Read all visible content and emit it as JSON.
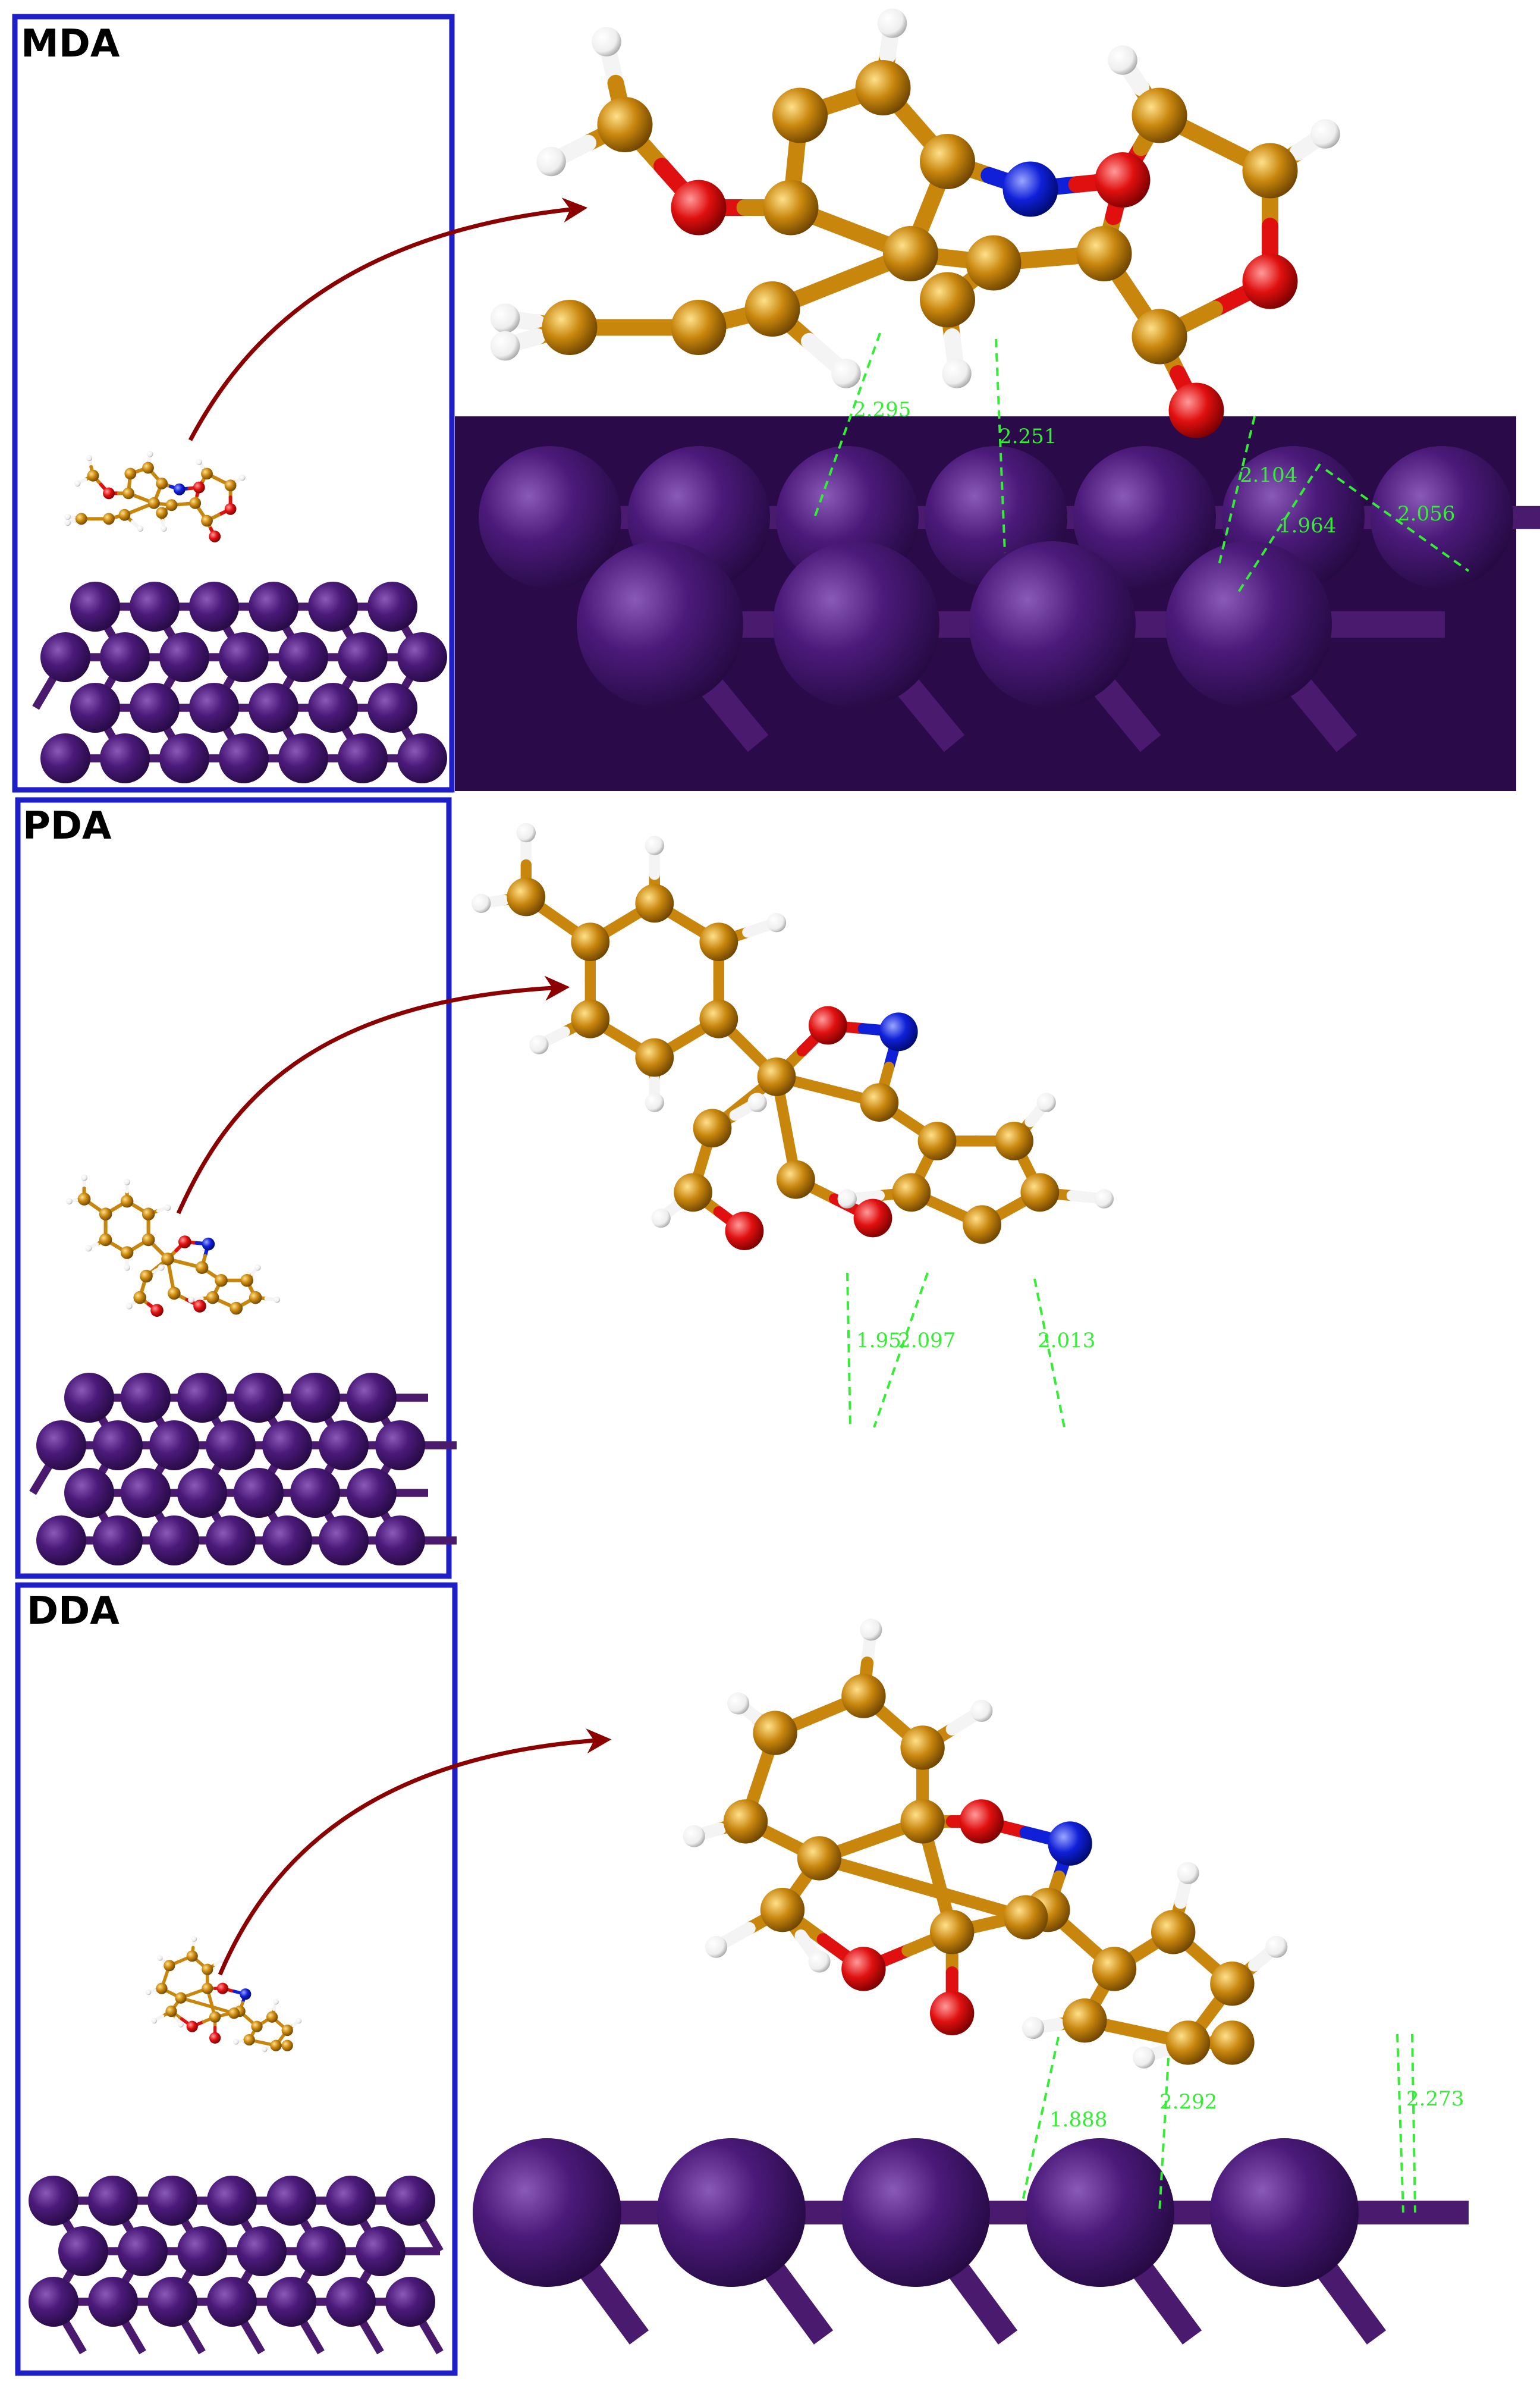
{
  "colors": {
    "frame": "#1f1fc8",
    "arrow": "#8b0000",
    "surface_atom": "#4b1a7a",
    "surface_bond": "#4a1a6e",
    "carbon": "#c8860d",
    "oxygen": "#e01010",
    "nitrogen": "#1020d8",
    "hydrogen": "#f4f4f4",
    "distance": "#33ee33"
  },
  "panels": [
    {
      "label": "MDA",
      "distances": [
        "2.295",
        "2.251",
        "2.104",
        "1.964",
        "2.056"
      ]
    },
    {
      "label": "PDA",
      "distances": [
        "1.95",
        "2.097",
        "2.013"
      ]
    },
    {
      "label": "DDA",
      "distances": [
        "1.888",
        "2.292",
        "2.273"
      ]
    }
  ]
}
